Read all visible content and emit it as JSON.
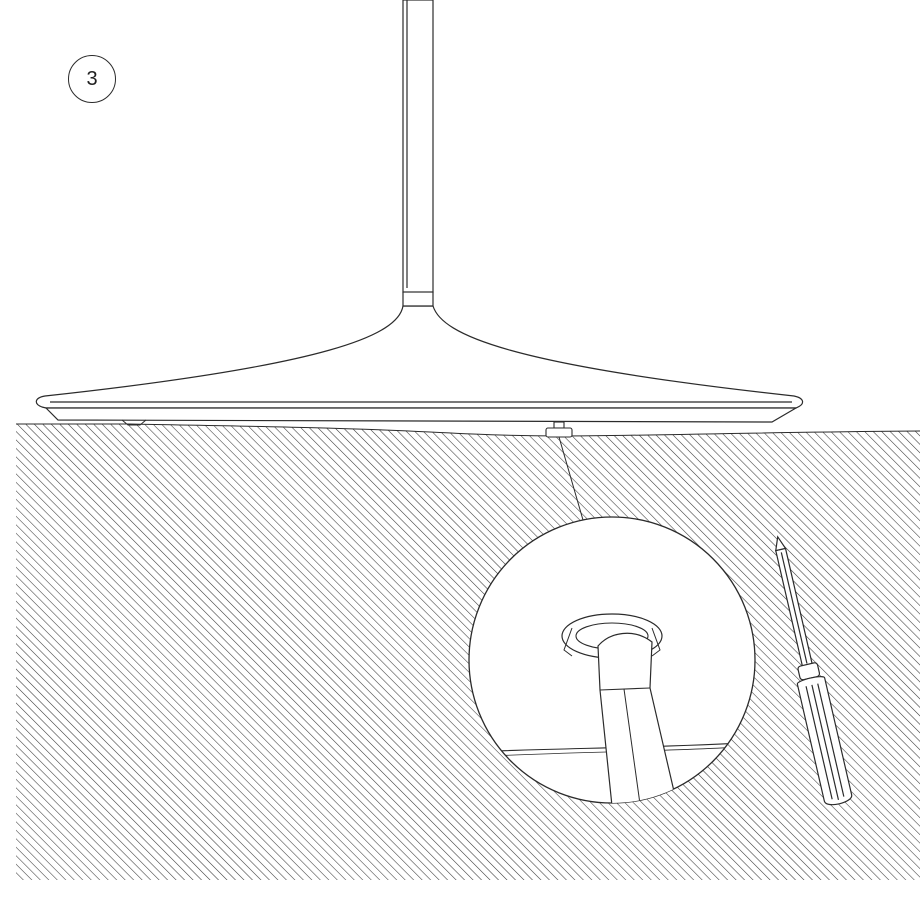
{
  "step": {
    "number": "3"
  },
  "figure": {
    "line_color": "#2b2b2b",
    "hatch_color": "#3a3a3a",
    "background": "#ffffff",
    "components": [
      "pendant-stem",
      "lamp-shade",
      "ceiling-surface",
      "screw",
      "detail-magnifier",
      "screwdriver-icon"
    ]
  }
}
